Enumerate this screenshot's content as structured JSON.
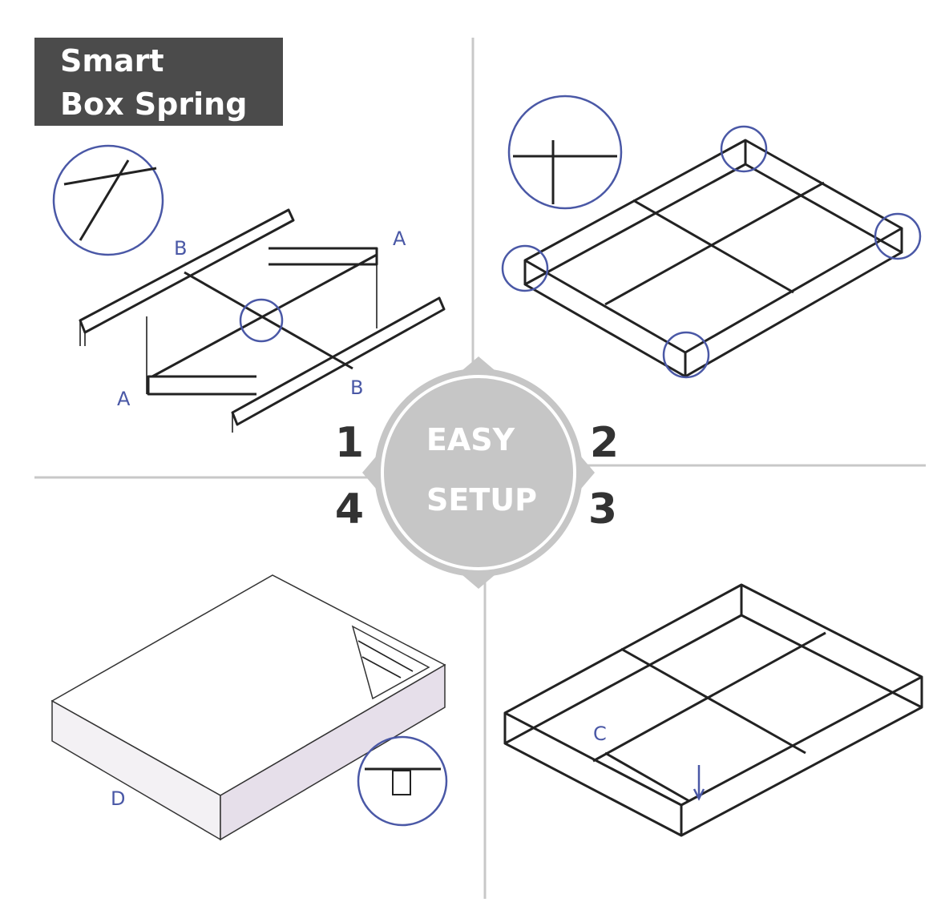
{
  "title": {
    "line1": "Smart",
    "line2": "Box Spring"
  },
  "center": {
    "line1": "EASY",
    "line2": "SETUP"
  },
  "steps": [
    "1",
    "2",
    "3",
    "4"
  ],
  "labels": {
    "a_top": "A",
    "b_top": "B",
    "a_bottom": "A",
    "b_bottom": "B",
    "c": "C",
    "d": "D"
  },
  "colors": {
    "title_bg": "#4b4b4b",
    "circle": "#c6c6c6",
    "accent_blue": "#4a58a6",
    "divider": "#c8c8c8"
  }
}
